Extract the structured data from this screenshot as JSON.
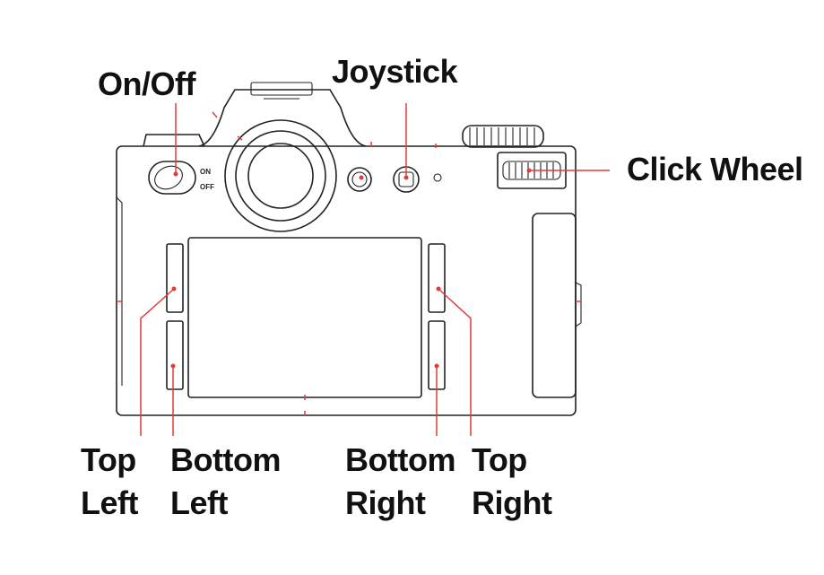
{
  "labels": {
    "on_off": "On/Off",
    "joystick": "Joystick",
    "click_wheel": "Click Wheel",
    "top_left_line1": "Top",
    "top_left_line2": "Left",
    "bottom_left_line1": "Bottom",
    "bottom_left_line2": "Left",
    "bottom_right_line1": "Bottom",
    "bottom_right_line2": "Right",
    "top_right_line1": "Top",
    "top_right_line2": "Right"
  },
  "switch_text": {
    "on": "ON",
    "off": "OFF"
  },
  "colors": {
    "leader": "#e23b3b",
    "outline": "#222222"
  }
}
